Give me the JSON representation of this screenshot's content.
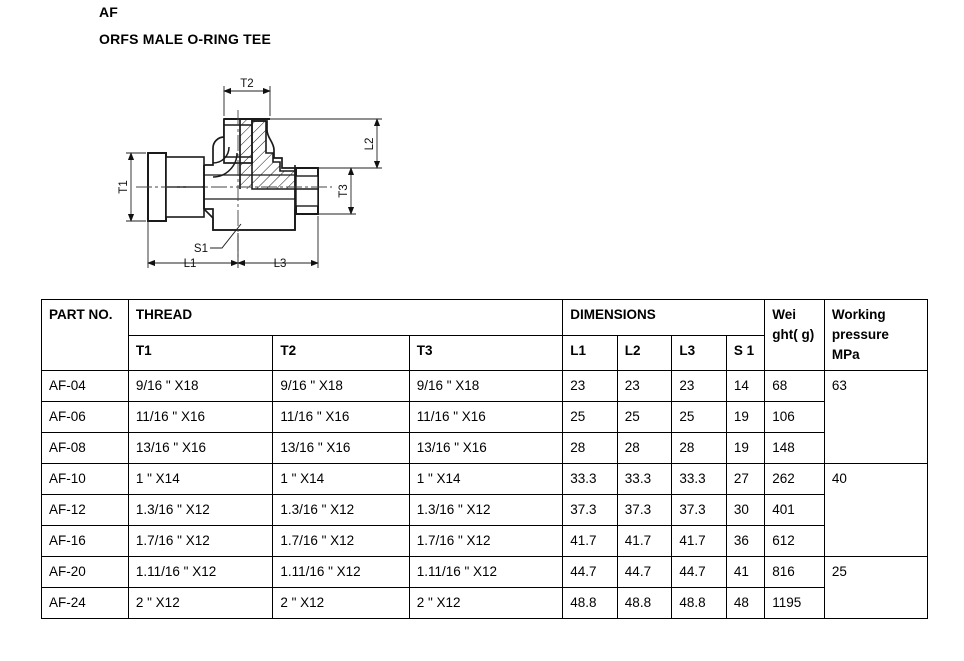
{
  "title": {
    "code": "AF",
    "name": "ORFS MALE O-RING TEE"
  },
  "drawing": {
    "name": "orfs-male-o-ring-tee-section-drawing",
    "dimension_labels": [
      "T1",
      "T2",
      "T3",
      "L1",
      "L2",
      "L3",
      "S1"
    ],
    "t1": "T1",
    "t2": "T2",
    "t3": "T3",
    "l1": "L1",
    "l2": "L2",
    "l3": "L3",
    "s1": "S1"
  },
  "table": {
    "group_headers": {
      "thread": "THREAD",
      "dimensions": "DIMENSIONS",
      "weight": "Wei ght( g)",
      "working_pressure": "Working pressure MPa"
    },
    "columns": {
      "part_no": "PART NO.",
      "t1": "T1",
      "t2": "T2",
      "t3": "T3",
      "l1": "L1",
      "l2": "L2",
      "l3": "L3",
      "s1": "S 1"
    },
    "rows": [
      {
        "part_no": "AF-04",
        "t1": "9/16 \" X18",
        "t2": "9/16 \" X18",
        "t3": "9/16 \" X18",
        "l1": "23",
        "l2": "23",
        "l3": "23",
        "s1": "14",
        "weight": "68"
      },
      {
        "part_no": "AF-06",
        "t1": "11/16 \" X16",
        "t2": "11/16 \" X16",
        "t3": "11/16 \" X16",
        "l1": "25",
        "l2": "25",
        "l3": "25",
        "s1": "19",
        "weight": "106"
      },
      {
        "part_no": "AF-08",
        "t1": "13/16 \" X16",
        "t2": "13/16 \" X16",
        "t3": "13/16 \" X16",
        "l1": "28",
        "l2": "28",
        "l3": "28",
        "s1": "19",
        "weight": "148"
      },
      {
        "part_no": "AF-10",
        "t1": "1 \" X14",
        "t2": "1 \" X14",
        "t3": "1 \" X14",
        "l1": "33.3",
        "l2": "33.3",
        "l3": "33.3",
        "s1": "27",
        "weight": "262"
      },
      {
        "part_no": "AF-12",
        "t1": "1.3/16 \" X12",
        "t2": "1.3/16 \" X12",
        "t3": "1.3/16 \" X12",
        "l1": "37.3",
        "l2": "37.3",
        "l3": "37.3",
        "s1": "30",
        "weight": "401"
      },
      {
        "part_no": "AF-16",
        "t1": "1.7/16 \" X12",
        "t2": "1.7/16 \" X12",
        "t3": "1.7/16 \" X12",
        "l1": "41.7",
        "l2": "41.7",
        "l3": "41.7",
        "s1": "36",
        "weight": "612"
      },
      {
        "part_no": "AF-20",
        "t1": "1.11/16 \" X12",
        "t2": "1.11/16 \" X12",
        "t3": "1.11/16 \" X12",
        "l1": "44.7",
        "l2": "44.7",
        "l3": "44.7",
        "s1": "41",
        "weight": "816"
      },
      {
        "part_no": "AF-24",
        "t1": "2 \" X12",
        "t2": "2 \" X12",
        "t3": "2 \" X12",
        "l1": "48.8",
        "l2": "48.8",
        "l3": "48.8",
        "s1": "48",
        "weight": "1195"
      }
    ],
    "working_pressure_groups": [
      {
        "value": "63",
        "rows": 3
      },
      {
        "value": "40",
        "rows": 3
      },
      {
        "value": "25",
        "rows": 2
      }
    ]
  },
  "colors": {
    "line": "#000000",
    "background": "#ffffff",
    "drawing_stroke": "#1a1a1a",
    "drawing_thin": "#3c3c3c"
  }
}
